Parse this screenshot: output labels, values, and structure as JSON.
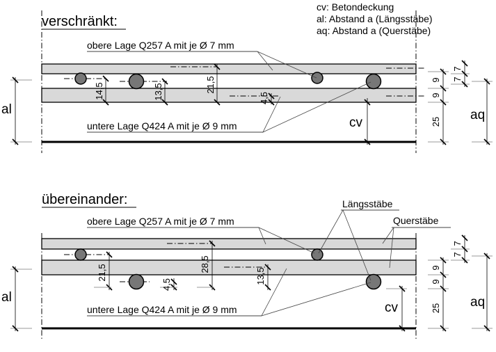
{
  "legend": {
    "cv": "cv:  Betondeckung",
    "al": "al:  Abstand a (Längsstäbe)",
    "aq": "aq:  Abstand a (Querstäbe)"
  },
  "top": {
    "title": "verschränkt:",
    "upper_label": "obere Lage Q257 A mit je Ø 7 mm",
    "lower_label": "untere Lage Q424 A mit je Ø 9 mm",
    "dims": [
      "14,5",
      "13,5",
      "21,5",
      "4,5"
    ],
    "right_dims": [
      "9",
      "9",
      "25"
    ],
    "right_dims2": [
      "7",
      "7"
    ],
    "cv": "cv",
    "al": "al",
    "aq": "aq"
  },
  "bottom": {
    "title": "übereinander:",
    "upper_label": "obere Lage Q257 A mit je Ø 7 mm",
    "lower_label": "untere Lage Q424 A mit je Ø 9 mm",
    "laengs": "Längsstäbe",
    "quer": "Querstäbe",
    "dims": [
      "21,5",
      "4,5",
      "28,5",
      "13,5"
    ],
    "right_dims": [
      "9",
      "9",
      "25"
    ],
    "right_dims2": [
      "7",
      "7"
    ],
    "cv": "cv",
    "al": "al",
    "aq": "aq"
  }
}
